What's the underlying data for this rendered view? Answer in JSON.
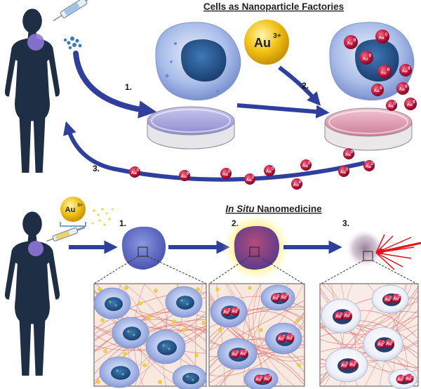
{
  "top_section": {
    "title": "Cells as Nanoparticle Factories",
    "ion_label": "Au",
    "ion_charge": "3+",
    "nano_label": "Au",
    "nano_sup": "0",
    "steps": [
      "1.",
      "2.",
      "3."
    ]
  },
  "bottom_section": {
    "title_italic": "In Situ",
    "title_rest": " Nanomedicine",
    "ion_label": "Au",
    "ion_charge": "3+",
    "nano_label": "Au",
    "nano_sup": "0",
    "steps": [
      "1.",
      "2.",
      "3."
    ]
  },
  "colors": {
    "arrow": "#2e3f9e",
    "silhouette": "#1d2e45",
    "cell_body": "#9fb4e3",
    "nucleus": "#1f4f8a",
    "gold": "#f2c318",
    "nanoparticle": "#c4163c",
    "fiber": "#e07070",
    "laser": "#e8101a"
  }
}
